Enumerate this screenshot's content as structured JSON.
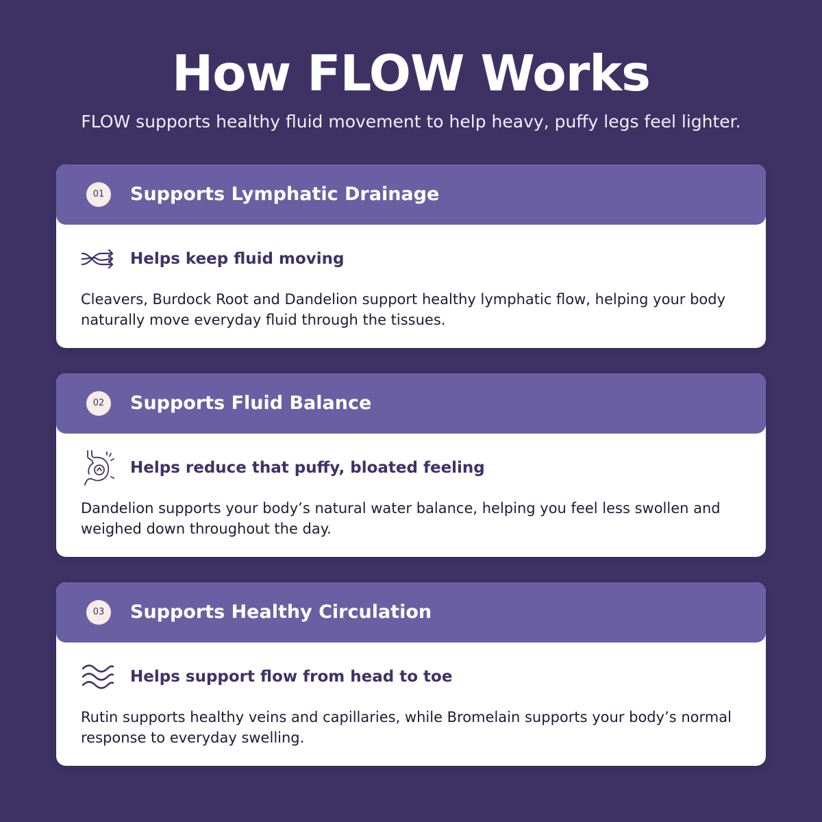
{
  "header": {
    "title": "How FLOW Works",
    "subtitle": "FLOW supports healthy fluid movement to help heavy, puffy legs feel lighter."
  },
  "colors": {
    "background": "#3e3265",
    "header_band": "#6b5fa3",
    "badge": "#f7ece9",
    "accent_text": "#3e3265"
  },
  "cards": [
    {
      "number": "01",
      "title": "Supports Lymphatic Drainage",
      "icon": "shuffle-arrows-icon",
      "subtitle": "Helps keep fluid moving",
      "description": "Cleavers, Burdock Root and Dandelion support healthy lymphatic flow, helping your body naturally move everyday fluid through the tissues."
    },
    {
      "number": "02",
      "title": "Supports Fluid Balance",
      "icon": "stomach-icon",
      "subtitle": "Helps reduce that puffy, bloated feeling",
      "description": "Dandelion supports your body’s natural water balance, helping you feel less swollen and weighed down throughout the day."
    },
    {
      "number": "03",
      "title": "Supports Healthy Circulation",
      "icon": "waves-icon",
      "subtitle": "Helps support flow from head to toe",
      "description": "Rutin supports healthy veins and capillaries, while Bromelain supports your body’s normal response to everyday swelling."
    }
  ]
}
